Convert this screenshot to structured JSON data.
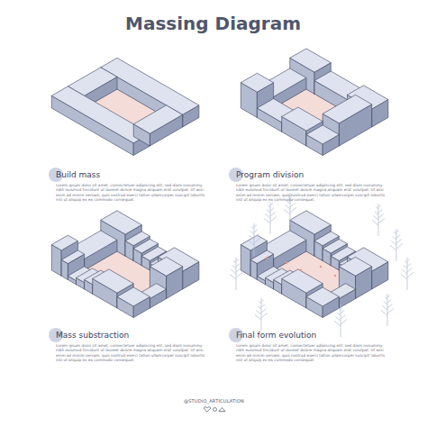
{
  "diagram": {
    "title": "Massing Diagram",
    "labels": [
      "Build mass",
      "Lorem ipsum dolor sit amet, consectetuer adipiscing elit, sed diam nonummy nibh euismod tincidunt ut laoreet dolore magna aliquam erat volutpat. Ut wisi enim ad minim veniam, quis nostrud exerci tation ullamcorper suscipit lobortis nisl ut aliquip ex ea commodo consequat.",
      "Program division",
      "Lorem ipsum dolor sit amet, consectetuer adipiscing elit, sed diam nonummy nibh euismod tincidunt ut laoreet dolore magna aliquam erat volutpat. Ut wisi enim ad minim veniam, quis nostrud exerci tation ullamcorper suscipit lobortis nisl ut aliquip ex ea commodo consequat.",
      "Mass substraction",
      "Lorem ipsum dolor sit amet, consectetuer adipiscing elit, sed diam nonummy nibh euismod tincidunt ut laoreet dolore magna aliquam erat volutpat. Ut wisi enim ad minim veniam, quis nostrud exerci tation ullamcorper suscipit lobortis nisl ut aliquip ex ea commodo consequat.",
      "Final form evolution",
      "Lorem ipsum dolor sit amet, consectetuer adipiscing elit, sed diam nonummy nibh euismod tincidunt ut laoreet dolore magna aliquam erat volutpat. Ut wisi enim ad minim veniam, quis nostrud exerci tation ullamcorper suscipit lobortis nisl ut aliquip ex ea commodo consequat.",
      "@STUDIO_ARTICULATION"
    ]
  }
}
